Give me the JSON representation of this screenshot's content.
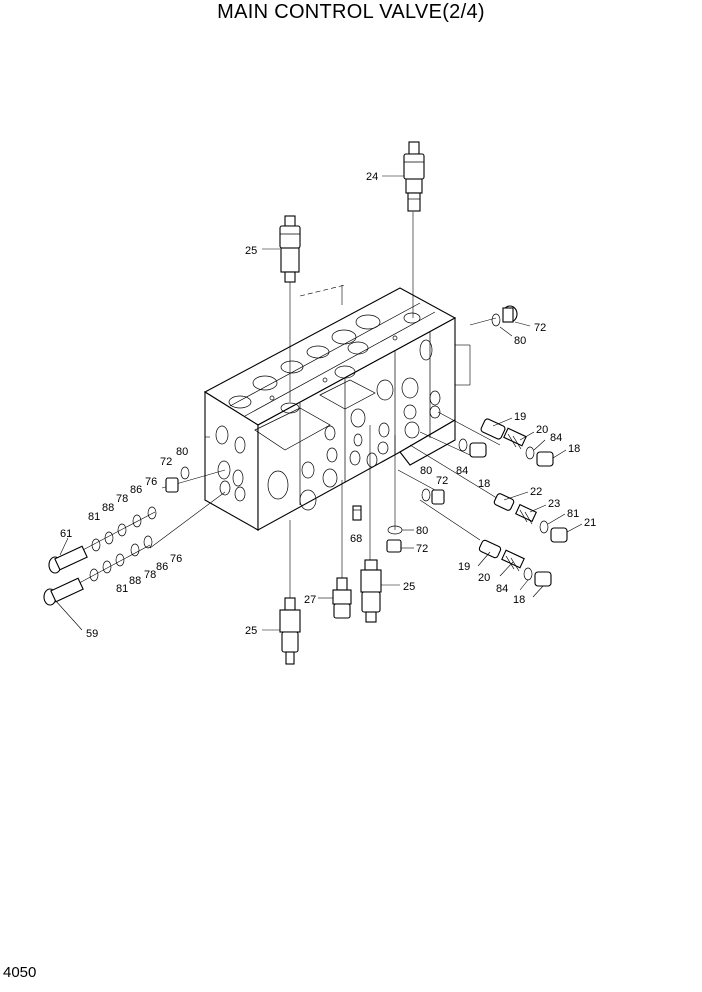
{
  "title": "MAIN CONTROL VALVE(2/4)",
  "page_number": "4050",
  "part_labels": {
    "p24": "24",
    "p25a": "25",
    "p25b": "25",
    "p25c": "25",
    "p27": "27",
    "p68": "68",
    "p72a": "72",
    "p80a": "80",
    "p72b": "72",
    "p80b": "80",
    "p19a": "19",
    "p20a": "20",
    "p84a": "84",
    "p18a": "18",
    "p84b": "84",
    "p18b": "18",
    "p80c": "80",
    "p72c": "72",
    "p22": "22",
    "p23": "23",
    "p81a": "81",
    "p21": "21",
    "p80d": "80",
    "p72d": "72",
    "p19b": "19",
    "p20b": "20",
    "p84c": "84",
    "p18c": "18",
    "p61": "61",
    "p81b": "81",
    "p88a": "88",
    "p78a": "78",
    "p86a": "86",
    "p76a": "76",
    "p76b": "76",
    "p86b": "86",
    "p78b": "78",
    "p88b": "88",
    "p81c": "81",
    "p59": "59"
  }
}
